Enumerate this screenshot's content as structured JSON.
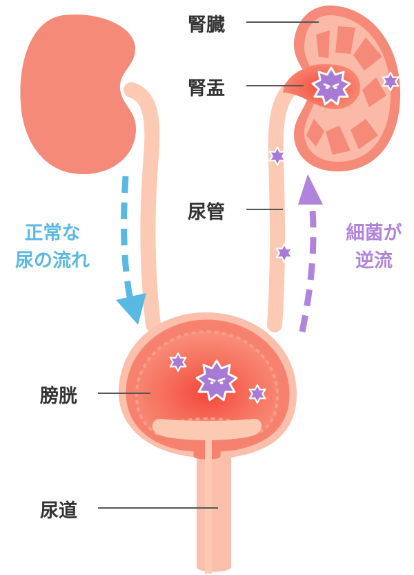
{
  "labels": {
    "kidney": "腎臓",
    "renal_pelvis": "腎盂",
    "ureter": "尿管",
    "bladder": "膀胱",
    "urethra": "尿道"
  },
  "flows": {
    "normal": {
      "line1": "正常な",
      "line2": "尿の流れ"
    },
    "reverse": {
      "line1": "細菌が",
      "line2": "逆流"
    }
  },
  "colors": {
    "kidney": "#f58a78",
    "kidney_light": "#fbb9a8",
    "ureter": "#fcc9b2",
    "bladder_outer": "#fbbfab",
    "bladder_inner": "#f8806e",
    "bacteria": "#b183dc",
    "normal_flow": "#5ab9e3",
    "reverse_flow": "#b183dc",
    "text": "#333333"
  },
  "icons": [
    "bacteria-icon",
    "bacteria-face-icon",
    "arrow-down-icon",
    "arrow-up-icon"
  ]
}
